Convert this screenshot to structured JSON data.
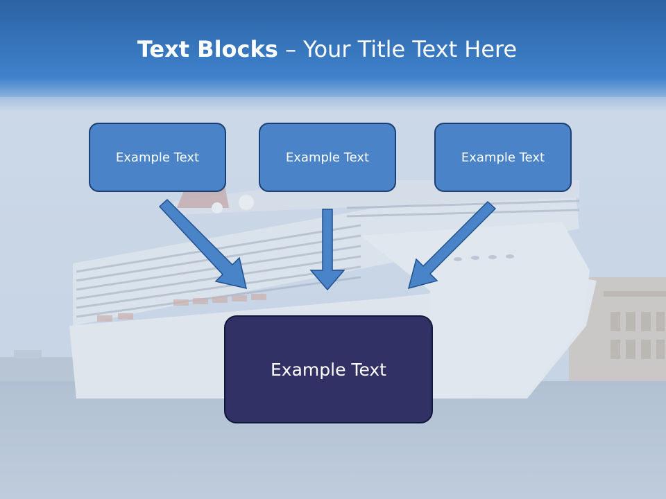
{
  "slide": {
    "title_bold": "Text Blocks",
    "title_dash": " – ",
    "title_rest": "Your Title Text Here",
    "boxes": [
      "Example Text",
      "Example Text",
      "Example Text"
    ],
    "main_box": "Example Text"
  },
  "colors": {
    "header_blue": "#3a7cc5",
    "box_fill": "#4a83c7",
    "box_border": "#1b3f73",
    "main_box_fill": "#323165",
    "arrow_fill": "#4a84c8"
  }
}
